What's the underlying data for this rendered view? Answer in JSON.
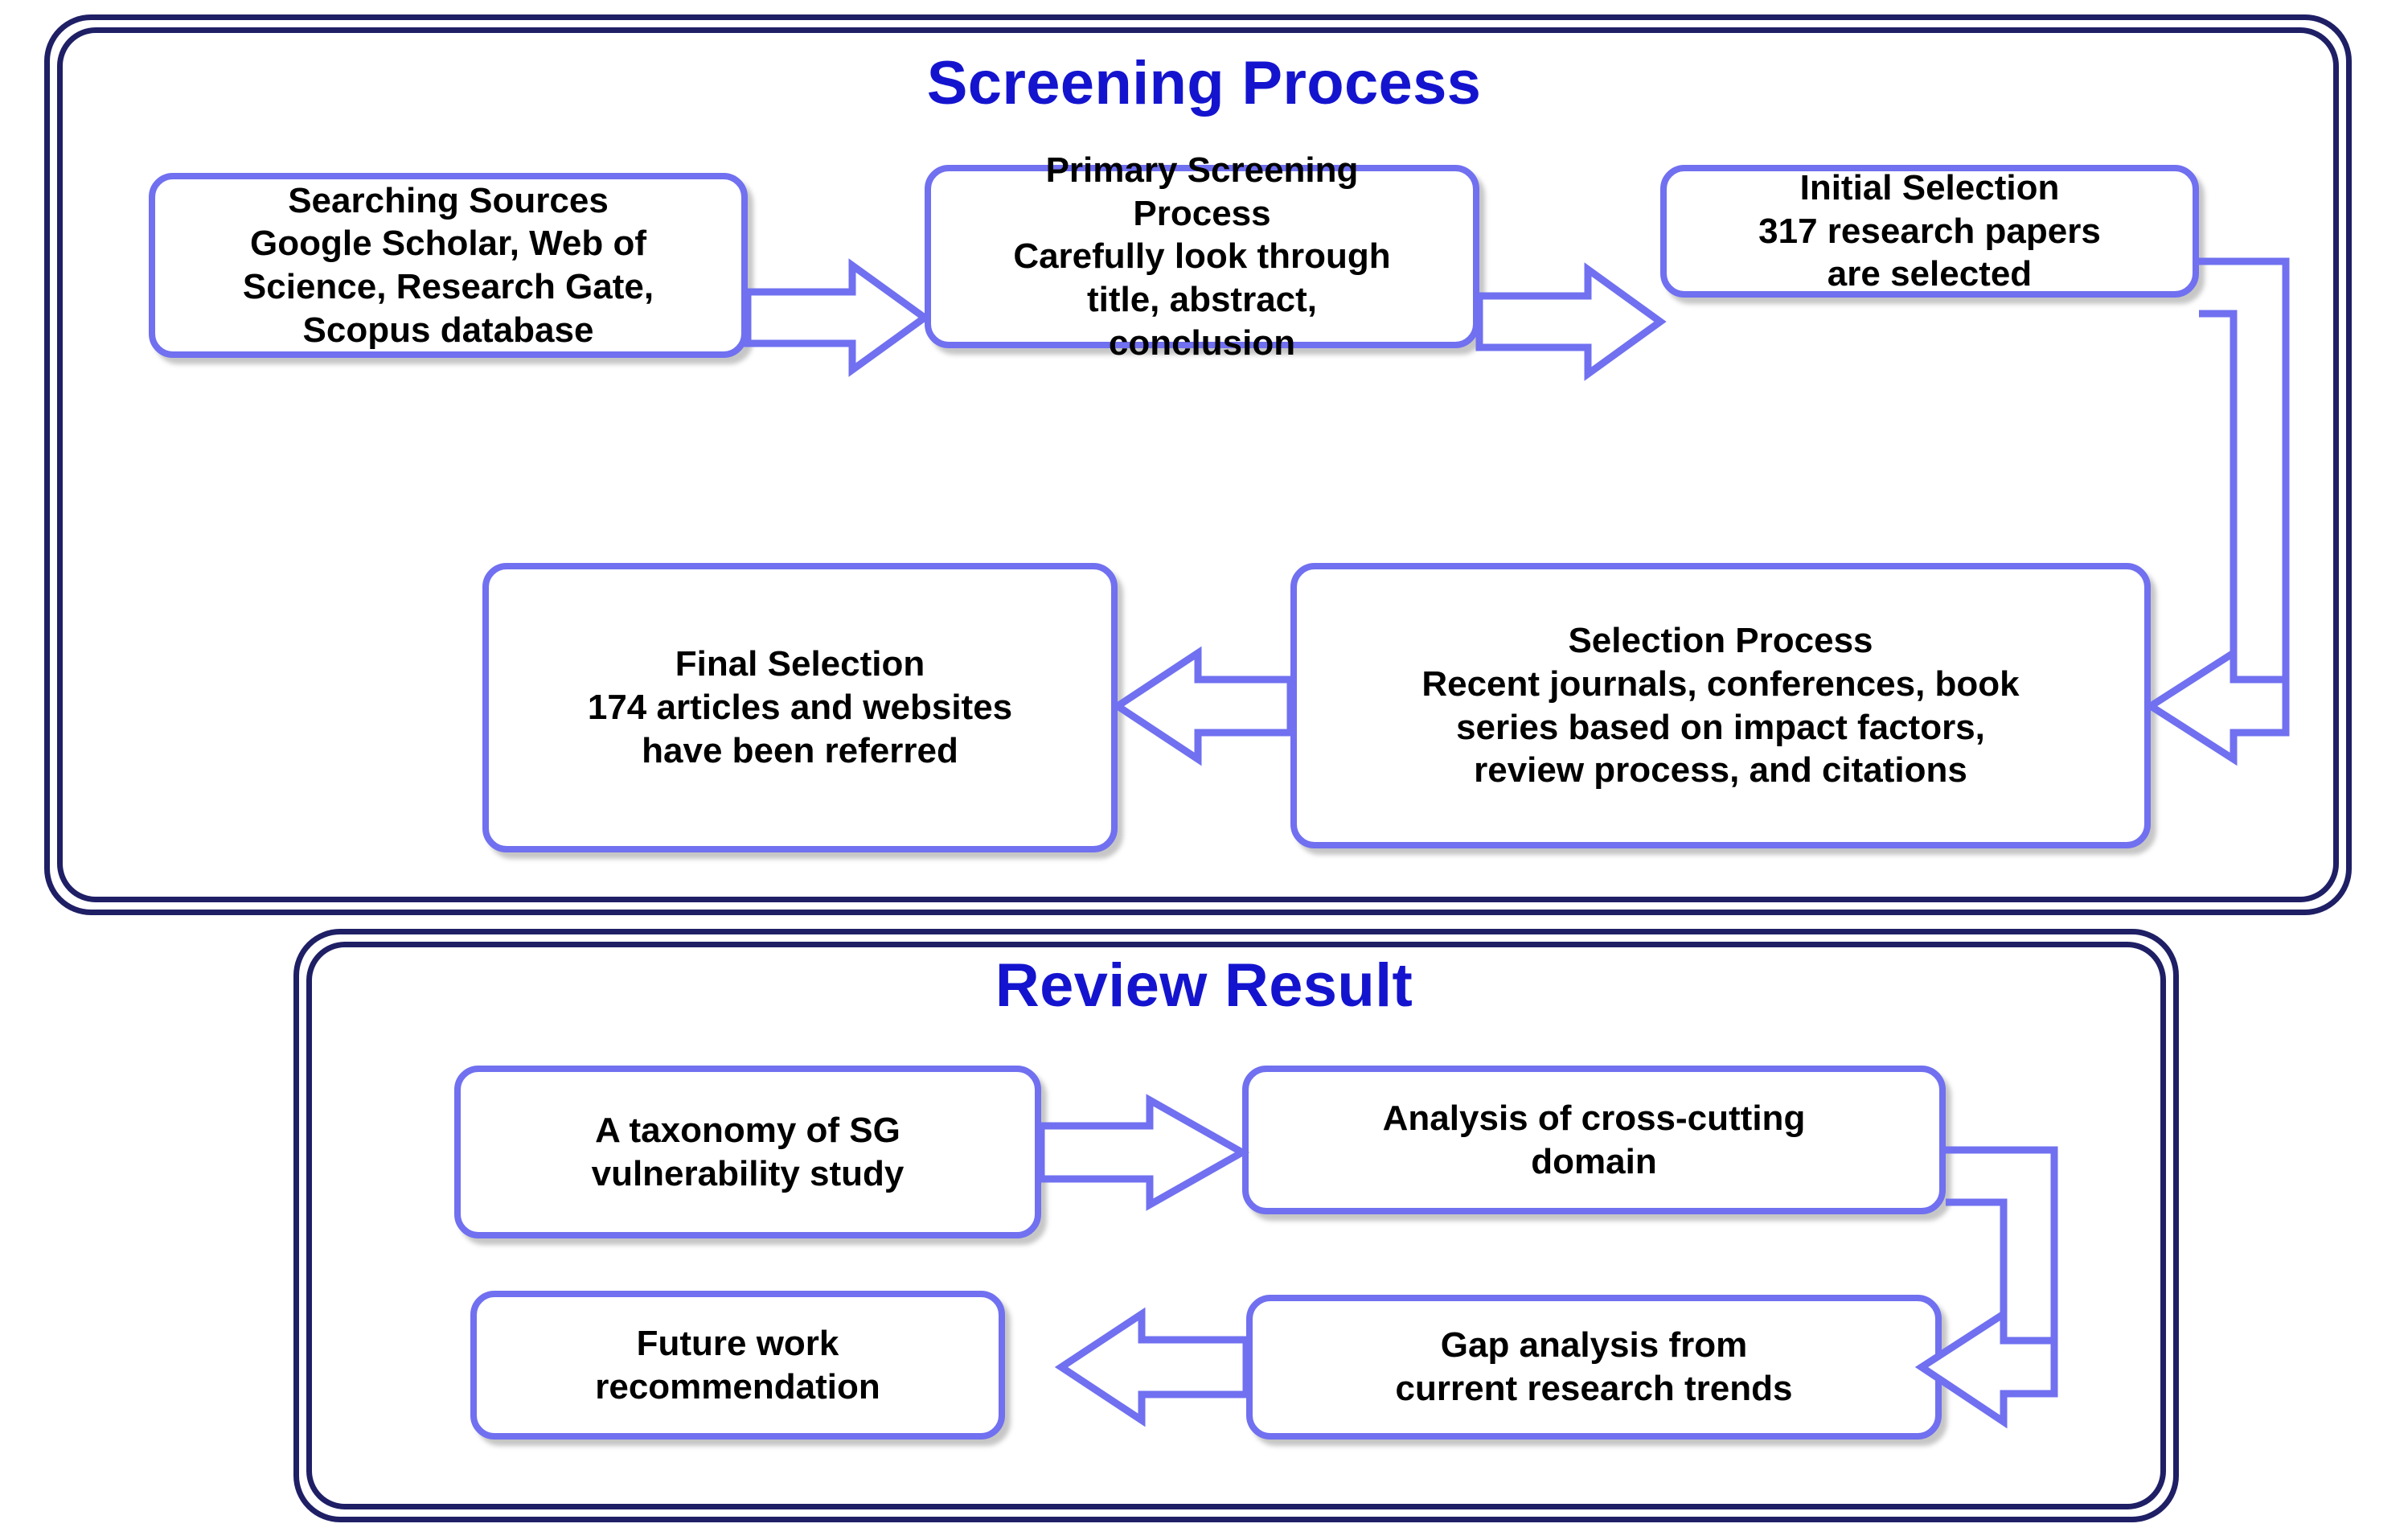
{
  "diagram": {
    "accent_box_color": "#7070f0",
    "panel_border_color": "#1f1f66",
    "title_color": "#1414cf",
    "text_color": "#000000",
    "background": "#ffffff"
  },
  "sections": {
    "screening": {
      "title": "Screening Process",
      "nodes": {
        "searching_sources": "Searching Sources\nGoogle Scholar, Web of\nScience, Research Gate,\nScopus database",
        "primary_screening": "Primary Screening\nProcess\nCarefully look through\ntitle, abstract,\nconclusion",
        "initial_selection": "Initial Selection\n317 research papers\nare selected",
        "selection_process": "Selection Process\nRecent journals, conferences, book\nseries based on impact factors,\nreview process, and citations",
        "final_selection": "Final Selection\n174 articles and websites\nhave been referred"
      }
    },
    "review": {
      "title": "Review Result",
      "nodes": {
        "taxonomy": "A taxonomy of SG\nvulnerability study",
        "cross_cutting": "Analysis of cross-cutting\ndomain",
        "gap_analysis": "Gap analysis from\ncurrent research trends",
        "future_work": "Future work\nrecommendation"
      }
    }
  },
  "flow": {
    "screening_steps": [
      "Searching Sources",
      "Primary Screening Process",
      "Initial Selection",
      "Selection Process",
      "Final Selection"
    ],
    "review_steps": [
      "A taxonomy of SG vulnerability study",
      "Analysis of cross-cutting domain",
      "Gap analysis from current research trends",
      "Future work recommendation"
    ],
    "counts": {
      "initial_papers": "317",
      "final_references": "174"
    }
  }
}
